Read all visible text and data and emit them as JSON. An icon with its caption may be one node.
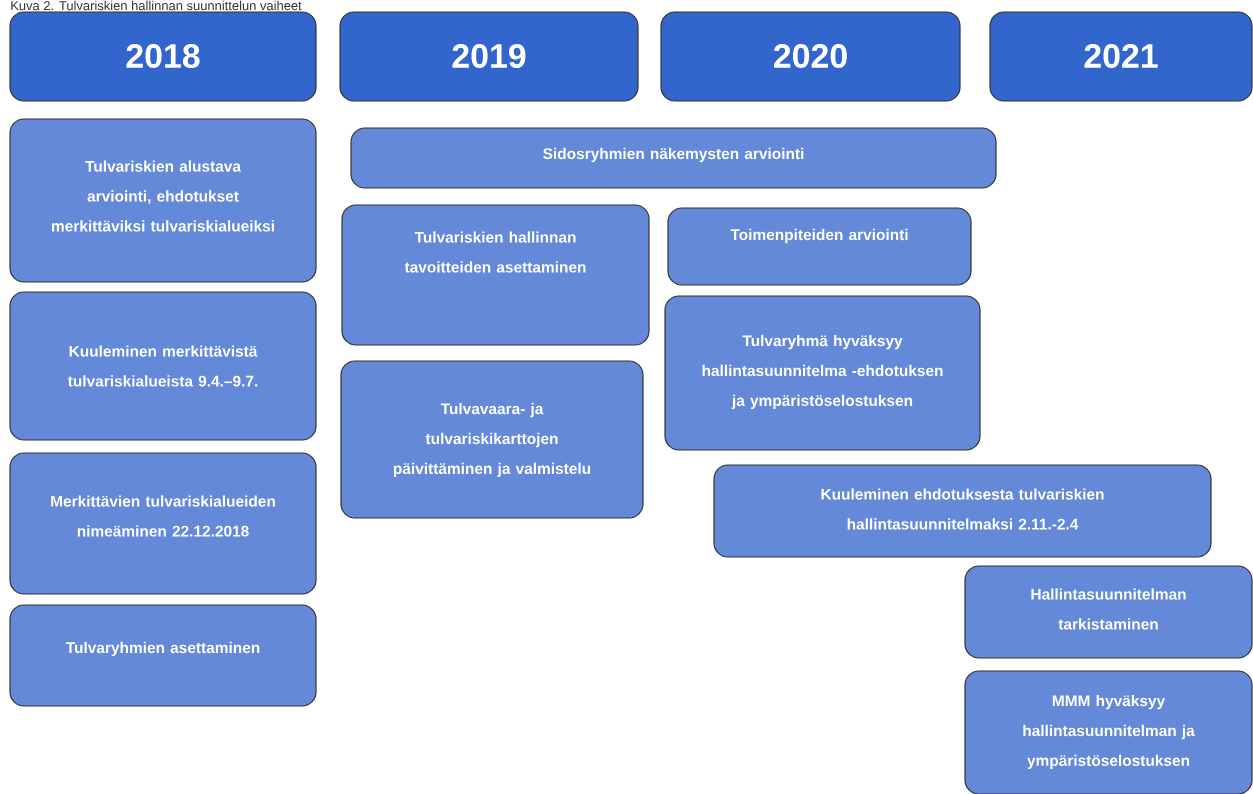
{
  "diagram": {
    "title": "Kuva 2. Tulvariskien hallinnan suunnittelun vaiheet",
    "nodes": [
      {
        "text": [
          "2018"
        ]
      },
      {
        "text": [
          "2019"
        ]
      },
      {
        "text": [
          "2020"
        ]
      },
      {
        "text": [
          "2021"
        ]
      },
      {
        "text": [
          "Tulvariskien alustava arviointi, ehdotukset merkittäviksi tulvariskialueiksi"
        ]
      },
      {
        "text": [
          "Sidosryhmien näkemysten arviointi"
        ]
      },
      {
        "text": [
          "Tulvariskien hallinnan tavoitteiden asettaminen"
        ]
      },
      {
        "text": [
          "Toimenpiteiden arviointi"
        ]
      },
      {
        "text": [
          "Kuuleminen merkittävistä tulvariskialueista 9.4.–9.7."
        ]
      },
      {
        "text": [
          "Tulvaryhmä hyväksyy hallintasuunnitelma -ehdotuksen ja ympäristöselostuksen"
        ]
      },
      {
        "text": [
          "Tulvavaara- ja tulvariskikarttojen päivittäminen ja valmistelu"
        ]
      },
      {
        "text": [
          "Merkittävien tulvariskialueiden nimeäminen 22.12.2018"
        ]
      },
      {
        "text": [
          "Kuuleminen ehdotuksesta tulvariskien hallintasuunnitelmaksi 2.11.-2.4"
        ]
      },
      {
        "text": [
          "Hallintasuunnitelman tarkistaminen"
        ]
      },
      {
        "text": [
          "Tulvaryhmien asettaminen"
        ]
      },
      {
        "text": [
          "MMM hyväksyy hallintasuunnitelman ja ympäristöselostuksen"
        ]
      }
    ]
  }
}
